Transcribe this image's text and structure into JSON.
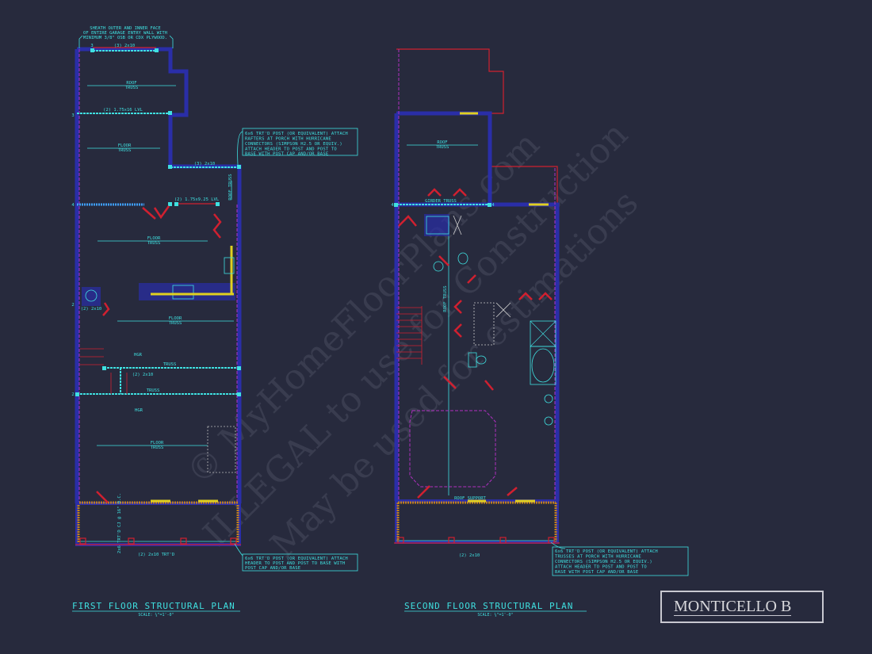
{
  "project_name": "MONTICELLO B",
  "watermark": {
    "line1": "© MyHomeFloorPlans.com",
    "line2": "ILLEGAL to use for Construction",
    "line3": "May be used for estimations"
  },
  "first_floor": {
    "title": "FIRST FLOOR STRUCTURAL PLAN",
    "scale": "SCALE: ¼\"=1'-0\"",
    "sheath_note": [
      "SHEATH OUTER AND INNER FACE",
      "OF ENTIRE GARAGE ENTRY WALL WITH",
      "MINIMUM 3/8\" OSB OR CDX PLYWOOD."
    ],
    "post_note_upper": [
      "6x6 TRT'D POST (OR EQUIVALENT) ATTACH",
      "RAFTERS AT PORCH WITH HURRICANE",
      "CONNECTORS (SIMPSON H2.5 OR EQUIV.)",
      "ATTACH HEADER TO POST AND POST TO",
      "BASE WITH POST CAP AND/OR BASE"
    ],
    "post_note_lower": [
      "6x6 TRT'D POST (OR EQUIVALENT) ATTACH",
      "HEADER TO POST AND POST TO BASE WITH",
      "POST CAP AND/OR BASE"
    ],
    "labels": {
      "beam_top": "(3) 2x10",
      "roof_truss_1": "ROOF",
      "roof_truss_1b": "TRUSS",
      "lvl_1": "(2) 1.75x16 LVL",
      "floor_truss_1": "FLOOR",
      "floor_truss_1b": "TRUSS",
      "beam_mid": "(3) 2x10",
      "roof_truss_v": "ROOF TRUSS",
      "lvl_2": "(2) 1.75x9.25 LVL",
      "floor_truss_2": "FLOOR",
      "floor_truss_2b": "TRUSS",
      "stair_beam": "(2) 2x10",
      "floor_truss_3": "FLOOR",
      "floor_truss_3b": "TRUSS",
      "hgr_1": "HGR",
      "hgr_2": "HGR",
      "truss_1": "TRUSS",
      "truss_2": "TRUSS",
      "beam_2x10": "(2) 2x10",
      "floor_truss_4": "FLOOR",
      "floor_truss_4b": "TRUSS",
      "porch_beam": "(2) 2x10 TRT'D",
      "porch_v": "2x6 TRT'D CJ @ 16\" O.C.",
      "n3": "3",
      "n4": "4",
      "n2": "2"
    }
  },
  "second_floor": {
    "title": "SECOND FLOOR STRUCTURAL PLAN",
    "scale": "SCALE: ¼\"=1'-0\"",
    "post_note": [
      "6x6 TRT'D POST (OR EQUIVALENT) ATTACH",
      "TRUSSES AT PORCH WITH HURRICANE",
      "CONNECTORS (SIMPSON H2.5 OR EQUIV.)",
      "ATTACH HEADER TO POST AND POST TO",
      "BASE WITH POST CAP AND/OR BASE"
    ],
    "labels": {
      "roof_truss": "ROOF",
      "roof_truss_b": "TRUSS",
      "girder_truss": "GIRDER TRUSS",
      "roof_truss_v": "ROOF TRUSS",
      "roof_support": "ROOF SUPPORT",
      "porch_beam": "(2) 2x10",
      "n4": "4"
    }
  },
  "colors": {
    "background": "#272a3d",
    "structural": "#3fe0e0",
    "wall": "#2a2ea8",
    "red": "#d02030",
    "magenta": "#b030c0",
    "yellow": "#e0d020"
  }
}
